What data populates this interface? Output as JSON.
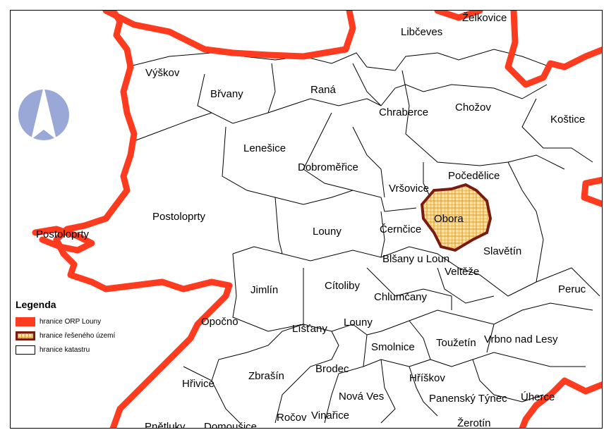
{
  "legend": {
    "title": "Legenda",
    "items": [
      {
        "label": "hranice ORP Louny"
      },
      {
        "label": "hranice řešeného území"
      },
      {
        "label": "hranice katastru"
      }
    ]
  },
  "places": {
    "zelkovice": "Želkovice",
    "libceves": "Libčeves",
    "vyskov": "Výškov",
    "brvany": "Břvany",
    "rana": "Raná",
    "chraberce": "Chraberce",
    "chozov": "Chožov",
    "kostice": "Koštice",
    "lenesice": "Lenešice",
    "dobromerice": "Dobroměřice",
    "vrsovice": "Vršovice",
    "pocedelice": "Počedělice",
    "postoloprty": "Postoloprty",
    "postoloprty_town": "Postoloprty",
    "obora": "Obora",
    "cernice": "Černčice",
    "louny": "Louny",
    "slavetin": "Slavětín",
    "blsany": "Blšany u Loun",
    "veltieze": "Veltěže",
    "jimlin": "Jimlín",
    "citoliby": "Cítoliby",
    "peruc": "Peruc",
    "chlumcany": "Chlumčany",
    "opocno": "Opočno",
    "listany": "Líšťany",
    "louny_town": "Louny",
    "smolnice": "Smolnice",
    "touzetin": "Toužetín",
    "vrbno": "Vrbno nad Lesy",
    "brodec": "Brodec",
    "zbrasin": "Zbrašín",
    "hrivice": "Hřivice",
    "hriskov": "Hříškov",
    "nova_ves": "Nová Ves",
    "panensky": "Panenský Týnec",
    "uherce": "Úherce",
    "rocov": "Ročov",
    "vinarice": "Vinařice",
    "pnetluky": "Pnětluky",
    "domousice": "Domoušice",
    "zerotin": "Žerotín"
  },
  "colors": {
    "orp_border": "#ff3b1f",
    "study_area_border": "#7a1b12",
    "study_area_fill": "#f7e0a2",
    "study_area_hatch": "#d99a2b",
    "north_arrow": "#9aa8d8"
  },
  "icons": {
    "north_arrow": "north-arrow-icon"
  }
}
